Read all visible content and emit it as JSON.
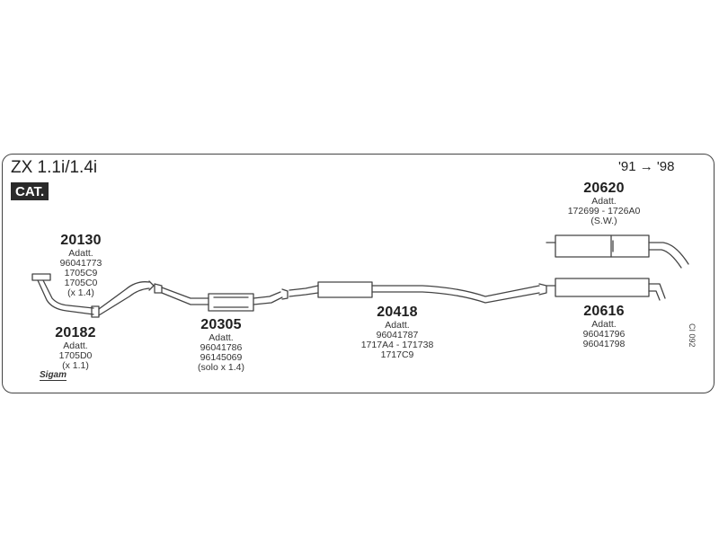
{
  "header": {
    "title": "ZX 1.1i/1.4i",
    "cat_badge": "CAT.",
    "years": "'91 → '98"
  },
  "parts": [
    {
      "id": "p20130",
      "code": "20130",
      "lines": [
        "Adatt.",
        "96041773",
        "1705C9",
        "1705C0",
        "(x 1.4)"
      ]
    },
    {
      "id": "p20182",
      "code": "20182",
      "lines": [
        "Adatt.",
        "1705D0",
        "(x 1.1)"
      ]
    },
    {
      "id": "p20305",
      "code": "20305",
      "lines": [
        "Adatt.",
        "96041786",
        "96145069",
        "(solo x 1.4)"
      ]
    },
    {
      "id": "p20418",
      "code": "20418",
      "lines": [
        "Adatt.",
        "96041787",
        "1717A4 - 171738",
        "1717C9"
      ]
    },
    {
      "id": "p20620",
      "code": "20620",
      "lines": [
        "Adatt.",
        "172699 - 1726A0",
        "(S.W.)"
      ]
    },
    {
      "id": "p20616",
      "code": "20616",
      "lines": [
        "Adatt.",
        "96041796",
        "96041798"
      ]
    }
  ],
  "footer": {
    "reference": "CI 092",
    "logo": "Sigam"
  },
  "colors": {
    "line": "#444444",
    "badge_bg": "#2a2a2a"
  }
}
